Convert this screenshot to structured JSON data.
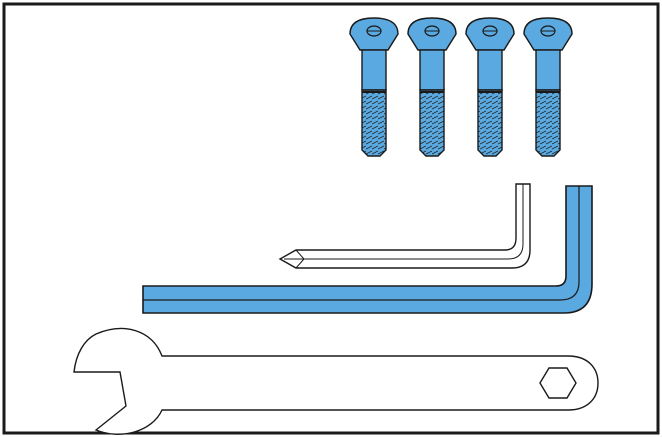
{
  "figure": {
    "parts": [
      {
        "name": "countersunk-screw",
        "count": 4,
        "color": "#5aa9e0"
      },
      {
        "name": "small-cross-key",
        "count": 1,
        "color": "#ffffff"
      },
      {
        "name": "large-hex-key",
        "count": 1,
        "color": "#5aa9e0"
      },
      {
        "name": "open-end-wrench",
        "count": 1,
        "color": "#ffffff"
      }
    ],
    "frame_color": "#1a1a1a",
    "stroke_color": "#1a1a1a"
  }
}
